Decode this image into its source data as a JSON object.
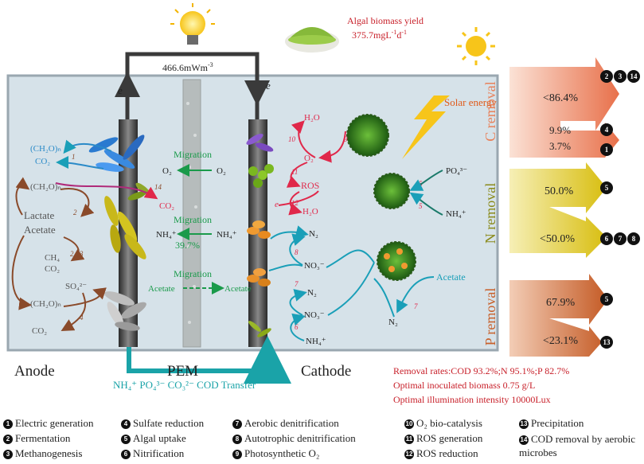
{
  "colors": {
    "chamber_bg": "#d6e2e9",
    "wire": "#3a3a3a",
    "green": "#1a9a4a",
    "red": "#e0284a",
    "teal": "#1a9fb8",
    "brown": "#8a4a2a",
    "carbon": "#e8815a",
    "nitrogen": "#d9c21a",
    "phosphorus": "#c8602a",
    "text_red": "#c8202a"
  },
  "top": {
    "power": "466.6mWm",
    "power_sup": "-3",
    "algal_label": "Algal biomass yield",
    "algal_value": "375.7mgL",
    "algal_sup1": "-1",
    "algal_mid": "d",
    "algal_sup2": "-1",
    "solar": "Solar energy",
    "e_left": "e",
    "e_right": "e"
  },
  "anode": {
    "label": "Anode",
    "species": [
      "(CH₂O)ₙ",
      "CO₂",
      "(CH₂O)ₙ",
      "Lactate",
      "Acetate",
      "CH₄",
      "CO₂",
      "SO₄²⁻",
      "(CH₂O)ₙ",
      "CO₂",
      "CO₂"
    ],
    "step_numbers": [
      "1",
      "2",
      "2",
      "3",
      "4",
      "14"
    ]
  },
  "pem": {
    "label": "PEM",
    "migration1_label": "Migration",
    "migration1_left": "O₂",
    "migration1_right": "O₂",
    "migration2_label": "Migration",
    "migration2_left": "NH₄⁺",
    "migration2_pct": "39.7%",
    "migration2_right": "NH₄⁺",
    "migration3_label": "Migration",
    "migration3_left": "Acetate",
    "migration3_right": "Acetate"
  },
  "cathode": {
    "label": "Cathode",
    "species": [
      "H₂O",
      "O₂",
      "ROS",
      "H₂O",
      "N₂",
      "NO₃⁻",
      "N₂",
      "NO₃⁻",
      "NH₄⁺",
      "PO₄³⁻",
      "NH₄⁺",
      "Acetate",
      "N₂",
      "e"
    ],
    "step_numbers": [
      "10",
      "9",
      "11",
      "12",
      "5",
      "5",
      "8",
      "7",
      "6",
      "7"
    ]
  },
  "transfer": "NH₄⁺ PO₄³⁻ CO₃²⁻ COD Transfer",
  "removal": {
    "c_label": "C removal",
    "c_main": "<86.4%",
    "c_main_codes": [
      "2",
      "3",
      "14"
    ],
    "c_a": "9.9%",
    "c_a_code": "4",
    "c_b": "3.7%",
    "c_b_code": "1",
    "n_label": "N removal",
    "n_a": "50.0%",
    "n_a_code": "5",
    "n_b": "<50.0%",
    "n_b_codes": [
      "6",
      "7",
      "8"
    ],
    "p_label": "P removal",
    "p_a": "67.9%",
    "p_a_code": "5",
    "p_b": "<23.1%",
    "p_b_code": "13"
  },
  "results": {
    "line1": "Removal rates:COD 93.2%;N 95.1%;P 82.7%",
    "line2": "Optimal inoculated biomass 0.75 g/L",
    "line3": "Optimal illumination intensity 10000Lux"
  },
  "legend": [
    {
      "num": "1",
      "text": "Electric generation"
    },
    {
      "num": "2",
      "text": "Fermentation"
    },
    {
      "num": "3",
      "text": "Methanogenesis"
    },
    {
      "num": "4",
      "text": "Sulfate reduction"
    },
    {
      "num": "5",
      "text": "Algal uptake"
    },
    {
      "num": "6",
      "text": "Nitrification"
    },
    {
      "num": "7",
      "text": "Aerobic denitrification"
    },
    {
      "num": "8",
      "text": "Autotrophic denitrification"
    },
    {
      "num": "9",
      "text": "Photosynthetic O₂"
    },
    {
      "num": "10",
      "text": "O₂ bio-catalysis"
    },
    {
      "num": "11",
      "text": "ROS generation"
    },
    {
      "num": "12",
      "text": "ROS reduction"
    },
    {
      "num": "13",
      "text": "Precipitation"
    },
    {
      "num": "14",
      "text": "COD removal by aerobic microbes"
    }
  ]
}
